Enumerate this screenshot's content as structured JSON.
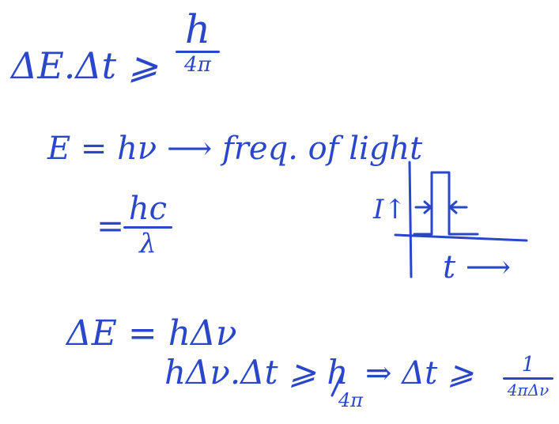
{
  "line1": {
    "lhs": "ΔE.Δt ⩾",
    "num": "h",
    "den": "4π"
  },
  "line2": {
    "text": "E = hν ⟶ freq. of light"
  },
  "line3": {
    "eq": "=",
    "num": "hc",
    "den": "λ"
  },
  "graph": {
    "ylabel": "I↑",
    "xlabel": "t ⟶"
  },
  "line4": {
    "text": "ΔE = hΔν"
  },
  "line5": {
    "lhs": "hΔν.Δt ⩾ h",
    "den": "4π",
    "implies": "⇒ Δt ⩾",
    "num2": "1",
    "den2": "4πΔν"
  },
  "ink_color": "#2a47c9"
}
